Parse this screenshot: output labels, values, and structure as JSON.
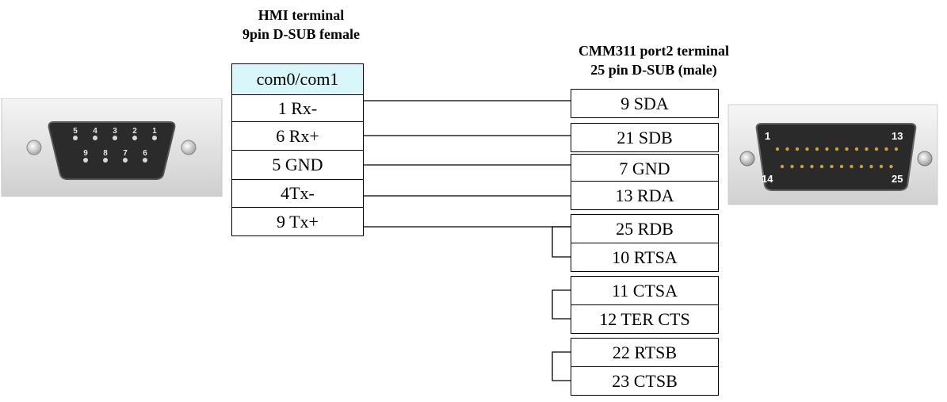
{
  "hmi": {
    "title_line1": "HMI terminal",
    "title_line2": "9pin D-SUB female",
    "header": "com0/com1",
    "pins": [
      "1 Rx-",
      "6 Rx+",
      "5 GND",
      "4Tx-",
      "9 Tx+"
    ]
  },
  "cmm": {
    "title_line1": "CMM311 port2 terminal",
    "title_line2": "25 pin D-SUB (male)",
    "pins": [
      "9 SDA",
      "21 SDB",
      "7 GND",
      "13 RDA",
      "25 RDB",
      "10 RTSA",
      "11 CTSA",
      "12 TER CTS",
      "22 RTSB",
      "23 CTSB"
    ]
  },
  "connectors": {
    "db9": {
      "top_row": [
        "5",
        "4",
        "3",
        "2",
        "1"
      ],
      "bottom_row": [
        "9",
        "8",
        "7",
        "6"
      ]
    },
    "db25": {
      "top_left": "1",
      "top_right": "13",
      "bottom_left": "14",
      "bottom_right": "25"
    }
  },
  "colors": {
    "header_fill": "#d9f6fb",
    "line": "#000000"
  }
}
